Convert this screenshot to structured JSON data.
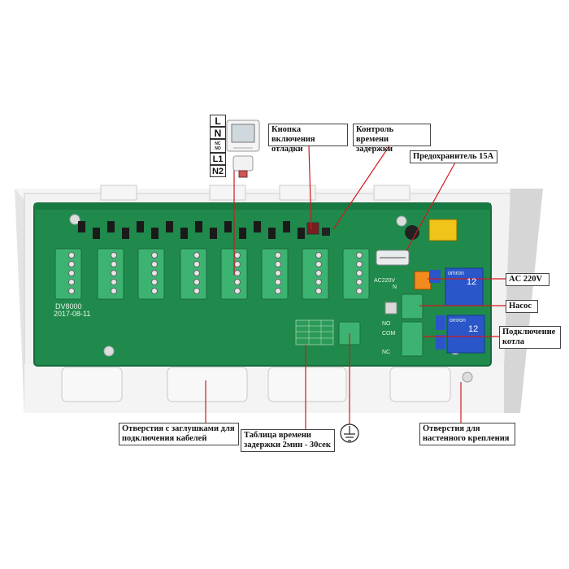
{
  "legend": {
    "live": "L",
    "neutral": "N",
    "nc_no": "NC\nNO",
    "l1": "L1",
    "n2": "N2"
  },
  "board": {
    "model": "DV8000",
    "date": "2017-08-11",
    "ac_marking": "AC220V",
    "relay_brand": "omron",
    "relay_rating": "12",
    "nc_label": "NC",
    "com_label": "COM",
    "no_label": "NO",
    "n_label": "N"
  },
  "callouts": {
    "debug_button": "Кнопка включения\nотладки",
    "delay_control": "Контроль времени\nзадержки",
    "fuse": "Предохранитель 15А",
    "ac220": "AC 220V",
    "pump": "Насос",
    "boiler": "Подключение\nкотла",
    "cable_holes": "Отверстия с заглушками для\nподключения кабелей",
    "delay_table": "Таблица времени\nзадержки 2мин - 30сек",
    "wall_holes": "Отверстия для\nнастенного крепления"
  },
  "colors": {
    "pcb": "#1f8a4c",
    "terminal": "#3cb371",
    "leader": "#d0191f",
    "case": "#ececec",
    "relay": "#2a56c9",
    "orange": "#f28a1e"
  },
  "icons": [
    "thermostat-icon",
    "actuator-icon",
    "ground-icon"
  ]
}
